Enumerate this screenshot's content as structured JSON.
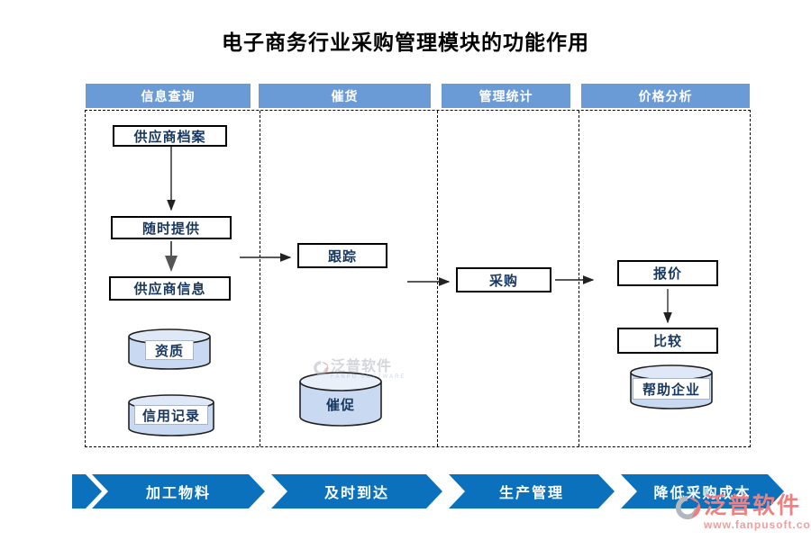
{
  "title": "电子商务行业采购管理模块的功能作用",
  "lanes": {
    "lane1": "信息查询",
    "lane2": "催货",
    "lane3": "管理统计",
    "lane4": "价格分析"
  },
  "nodes": {
    "supplier_archive": "供应商档案",
    "provide_anytime": "随时提供",
    "supplier_info": "供应商信息",
    "qualification": "资质",
    "credit_record": "信用记录",
    "track": "跟踪",
    "urge": "催促",
    "purchase": "采购",
    "quote": "报价",
    "compare": "比较",
    "help_enterprise": "帮助企业"
  },
  "chevrons": {
    "c1": "加工物料",
    "c2": "及时到达",
    "c3": "生产管理",
    "c4": "降低采购成本"
  },
  "watermark": {
    "brand": "泛普软件",
    "sub": "FANPU SOFTWARE"
  },
  "logo": {
    "brand": "泛普软件",
    "site": "www.fanpusoft.com"
  },
  "colors": {
    "header_blue": "#6B9BD6",
    "chevron_blue": "#0B71BC",
    "node_text": "#17375E",
    "cylinder_fill": "#C9D9F1",
    "logo_pink": "#F08080"
  }
}
